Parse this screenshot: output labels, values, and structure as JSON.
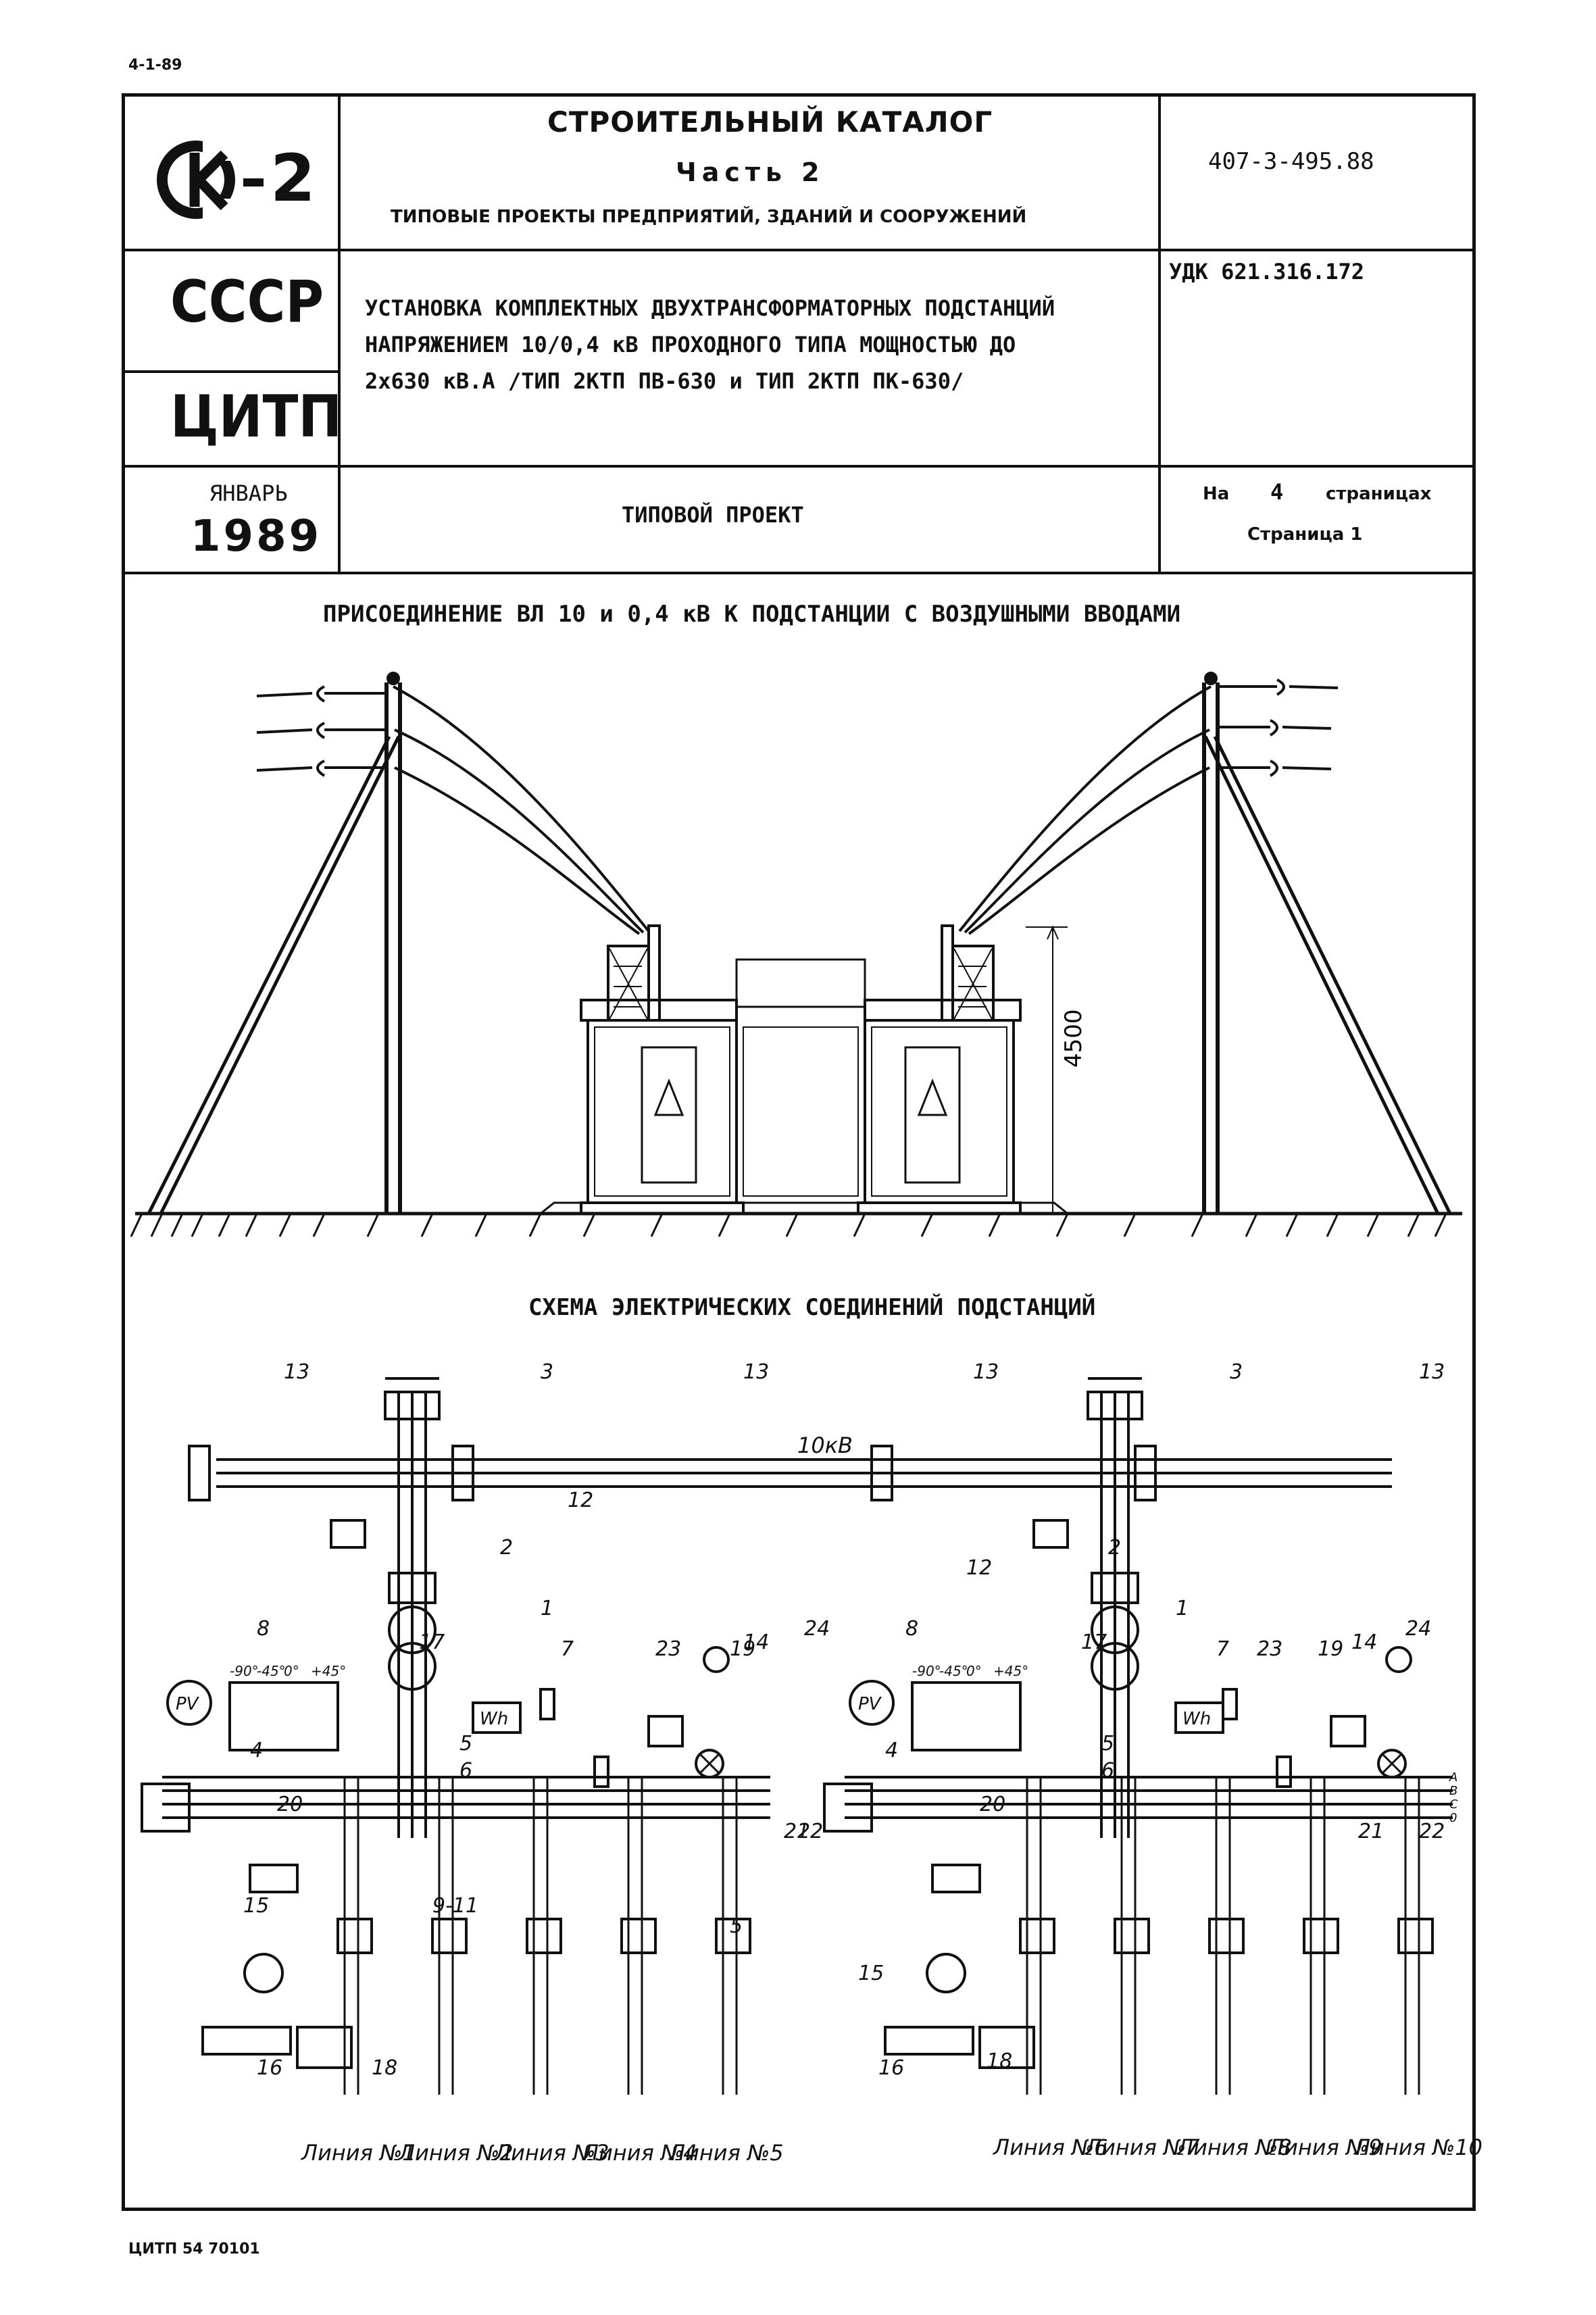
{
  "corner_mark": "4-1-89",
  "header": {
    "logo": "СК-2",
    "catalog_title": "СТРОИТЕЛЬНЫЙ КАТАЛОГ",
    "part": "Часть 2",
    "subtitle": "ТИПОВЫЕ ПРОЕКТЫ ПРЕДПРИЯТИЙ, ЗДАНИЙ И СООРУЖЕНИЙ",
    "code": "407-3-495.88",
    "country": "СССР",
    "org": "ЦИТП",
    "udk": "УДК 621.316.172",
    "project_title_1": "УСТАНОВКА КОМПЛЕКТНЫХ ДВУХТРАНСФОРМАТОРНЫХ ПОДСТАНЦИЙ",
    "project_title_2": "НАПРЯЖЕНИЕМ 10/0,4 кВ ПРОХОДНОГО ТИПА МОЩНОСТЬЮ ДО",
    "project_title_3": "2х630 кВ.А /ТИП 2КТП ПВ-630 и ТИП 2КТП ПК-630/",
    "month": "ЯНВАРЬ",
    "year": "1989",
    "doc_type": "ТИПОВОЙ ПРОЕКТ",
    "pages_prefix": "На",
    "pages_count": "4",
    "pages_suffix": "страницах",
    "page_label": "Страница 1"
  },
  "drawing1": {
    "title": "ПРИСОЕДИНЕНИЕ ВЛ 10 и 0,4 кВ К ПОДСТАНЦИИ С ВОЗДУШНЫМИ ВВОДАМИ",
    "height_dim": "4500"
  },
  "drawing2": {
    "title": "СХЕМА ЭЛЕКТРИЧЕСКИХ СОЕДИНЕНИЙ ПОДСТАНЦИЙ",
    "voltage_label": "10кВ",
    "callouts": [
      "13",
      "3",
      "13",
      "13",
      "3",
      "13",
      "12",
      "12",
      "2",
      "2",
      "1",
      "1",
      "7",
      "7",
      "8",
      "8",
      "17",
      "17",
      "23",
      "23",
      "19",
      "19",
      "24",
      "24",
      "14",
      "14",
      "5",
      "5",
      "6",
      "6",
      "4",
      "4",
      "20",
      "20",
      "21",
      "21",
      "22",
      "22",
      "15",
      "15",
      "16",
      "16",
      "18",
      "18",
      "9-11",
      "5"
    ],
    "device_labels": {
      "pv": "PV",
      "wh": "Wh"
    },
    "phase_labels": [
      "A",
      "B",
      "C",
      "0"
    ],
    "lines": [
      "Линия №1",
      "Линия №2",
      "Линия №3",
      "Линия №4",
      "Линия №5",
      "Линия №6",
      "Линия №7",
      "Линия №8",
      "Линия №9",
      "Линия №10"
    ],
    "angle_labels": [
      "-90°",
      "-45°",
      "0°",
      "+45°"
    ]
  },
  "footer": "ЦИТП 54 70101"
}
